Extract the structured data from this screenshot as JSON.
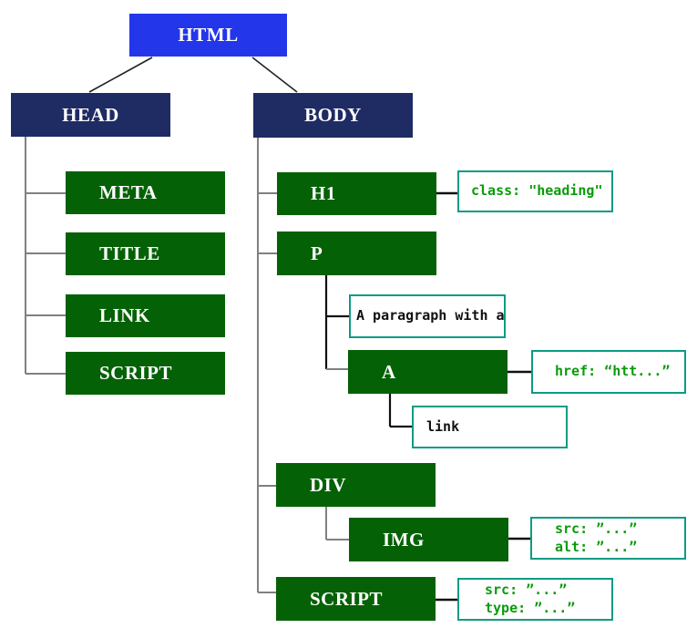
{
  "nodes": {
    "html": "HTML",
    "head": "HEAD",
    "body": "BODY",
    "meta": "META",
    "title": "TITLE",
    "link": "LINK",
    "head_script": "SCRIPT",
    "h1": "H1",
    "p": "P",
    "a": "A",
    "div": "DIV",
    "img": "IMG",
    "body_script": "SCRIPT"
  },
  "text_nodes": {
    "paragraph": "A paragraph with a",
    "link": "link"
  },
  "annotations": {
    "h1_class": "class: \"heading\"",
    "a_href": "href: “htt...”",
    "img_lines": [
      "src: ”...”",
      "alt: ”...”"
    ],
    "script_lines": [
      "src: ”...”",
      "type: ”...”"
    ]
  },
  "colors": {
    "root_fill": "#2336ea",
    "section_fill": "#1f2b63",
    "element_fill": "#056105",
    "annotation_border": "#0d9b84",
    "annotation_text": "#0c9a0c",
    "tree_line": "#808080",
    "connector_line": "#111111"
  }
}
